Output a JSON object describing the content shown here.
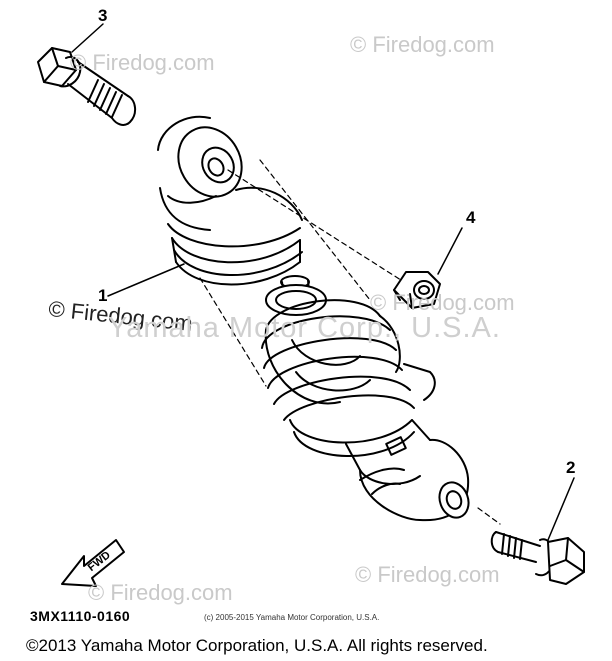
{
  "watermarks": {
    "firedog_1": "© Firedog.com",
    "firedog_2": "© Firedog.com",
    "firedog_3": "© Firedog.com",
    "firedog_4": "© Firedog.com",
    "firedog_5": "© Firedog.com",
    "firedog_dark": "© Firedog.com",
    "yamaha_motor": "Yamaha Motor Corp., U.S.A."
  },
  "callouts": {
    "shock_absorber": "1",
    "lower_bolt": "2",
    "upper_bolt": "3",
    "nut": "4"
  },
  "fwd_label": "FWD",
  "diagram_code": "3MX1110-0160",
  "small_copyright": "(c) 2005-2015 Yamaha Motor Corporation, U.S.A.",
  "bottom_copyright": "©2013 Yamaha Motor Corporation, U.S.A. All rights reserved."
}
